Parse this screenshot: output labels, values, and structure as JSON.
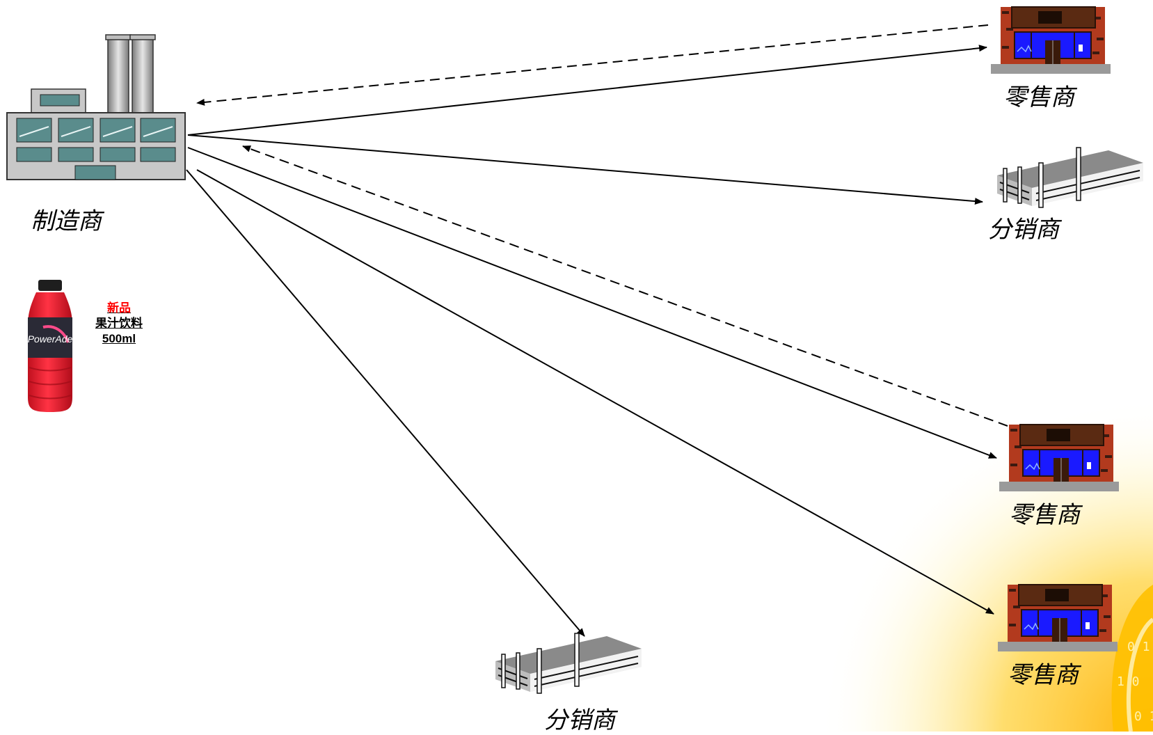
{
  "nodes": {
    "manufacturer": {
      "label": "制造商",
      "icon": "factory-icon"
    },
    "retailer_top": {
      "label": "零售商",
      "icon": "storefront-icon"
    },
    "distributor_right": {
      "label": "分销商",
      "icon": "warehouse-icon"
    },
    "retailer_middle": {
      "label": "零售商",
      "icon": "storefront-icon"
    },
    "retailer_bottom": {
      "label": "零售商",
      "icon": "storefront-icon"
    },
    "distributor_bottom": {
      "label": "分销商",
      "icon": "warehouse-icon"
    }
  },
  "product": {
    "icon": "juice-bottle-icon",
    "badge": "新品",
    "name": "果汁饮料",
    "volume": "500ml",
    "brand_text": "PowerAde"
  },
  "edges": [
    {
      "from": "manufacturer",
      "to": "retailer_top",
      "style": "solid"
    },
    {
      "from": "retailer_top",
      "to": "manufacturer",
      "style": "dashed"
    },
    {
      "from": "manufacturer",
      "to": "distributor_right",
      "style": "solid"
    },
    {
      "from": "manufacturer",
      "to": "retailer_middle",
      "style": "solid"
    },
    {
      "from": "retailer_middle",
      "to": "manufacturer",
      "style": "dashed"
    },
    {
      "from": "manufacturer",
      "to": "retailer_bottom",
      "style": "solid"
    },
    {
      "from": "manufacturer",
      "to": "distributor_bottom",
      "style": "solid"
    }
  ],
  "colors": {
    "badge": "#ff0000",
    "text": "#000000",
    "accent_glow": "#ffd23c",
    "storefront_brick": "#b23a1e",
    "storefront_window": "#1a1aff",
    "bottle_red": "#e8192c"
  }
}
